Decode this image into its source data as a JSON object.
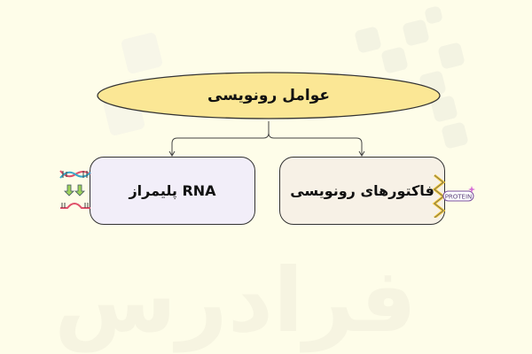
{
  "diagram": {
    "root": {
      "label": "عوامل رونویسی",
      "fill": "#fbe795",
      "stroke": "#333333"
    },
    "children": [
      {
        "label": "RNA پلیمراز",
        "fill": "#f2eef9",
        "icon": "dna-transcription-icon"
      },
      {
        "label": "فاکتورهای رونویسی",
        "fill": "#f7f1e6",
        "icon": "protein-dna-icon"
      }
    ],
    "protein_tag": "PROTEIN"
  },
  "watermark": "فرادرس",
  "background": "#fefde9"
}
